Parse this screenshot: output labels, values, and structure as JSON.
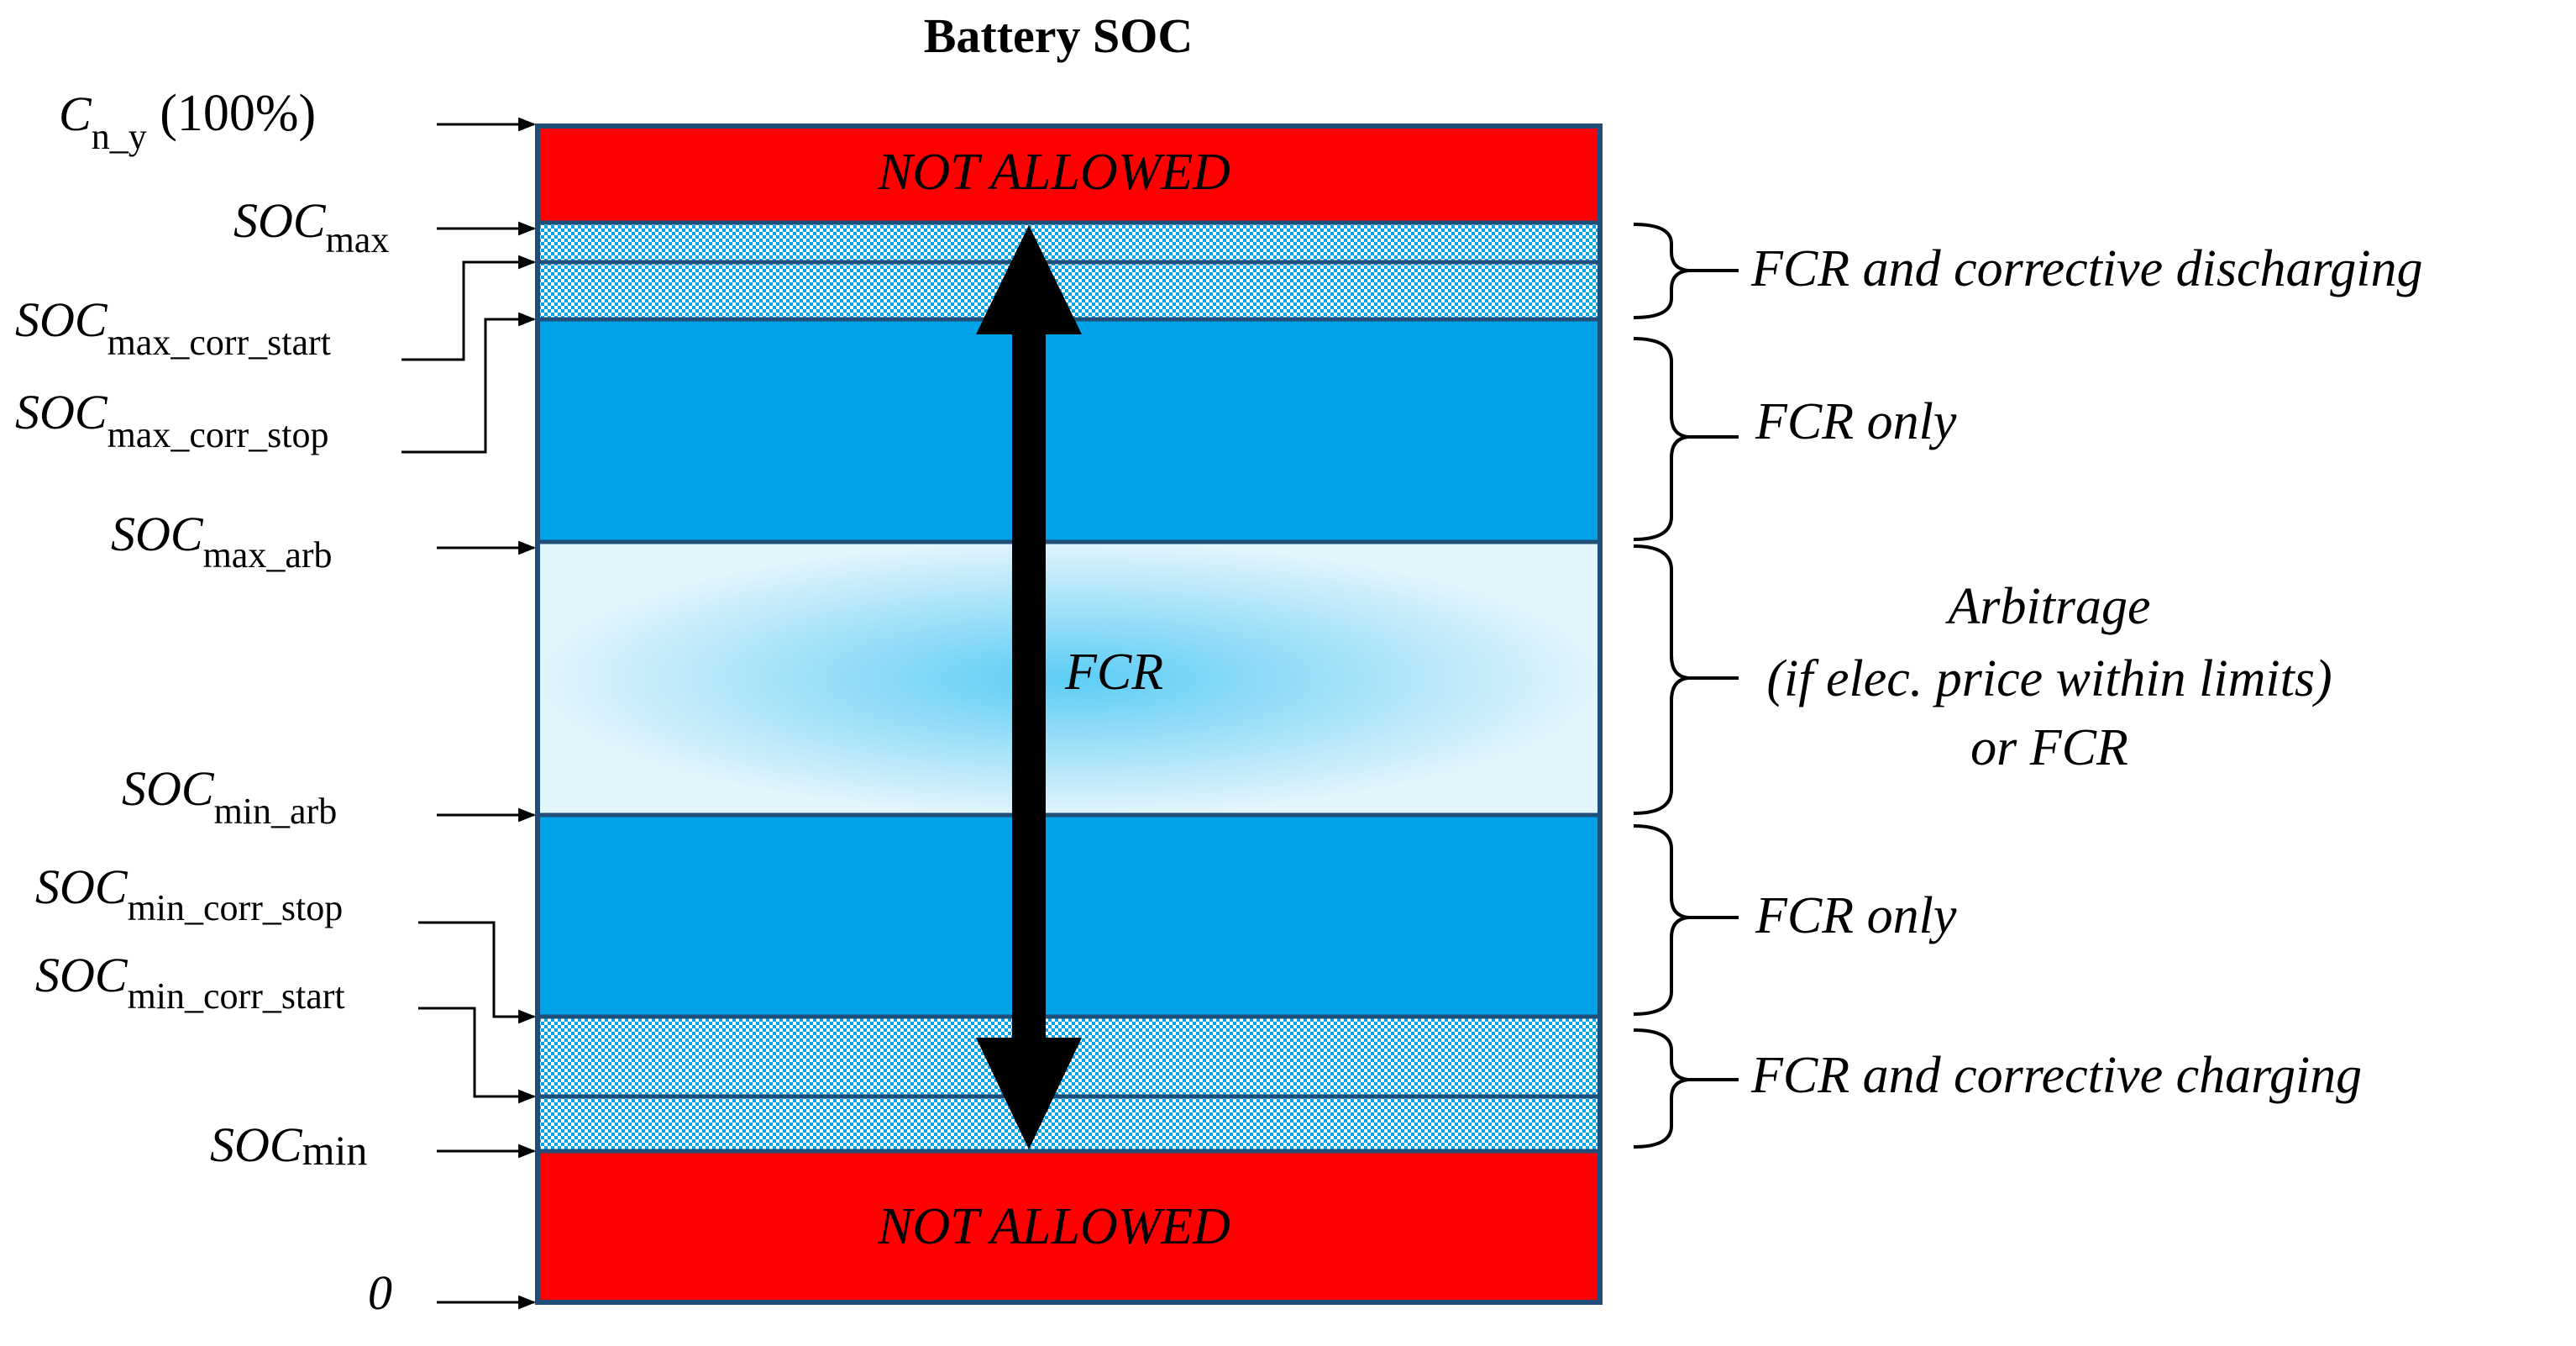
{
  "title": "Battery SOC",
  "colors": {
    "not_allowed": "#ff0000",
    "fcr_band": "#00a2e8",
    "arbitrage_center": "#5ccdf5",
    "arbitrage_edge": "#e2f4fc",
    "border": "#1f4e79",
    "arrow": "#000000"
  },
  "zones": {
    "top_not_allowed": "NOT ALLOWED",
    "bottom_not_allowed": "NOT ALLOWED",
    "center_arrow_label": "FCR"
  },
  "left_labels": {
    "cny_main": "C",
    "cny_sub": "n_y",
    "cny_suffix": " (100%)",
    "soc_main": "SOC",
    "max_sub": "max",
    "max_corr_start_sub": "max_corr_start",
    "max_corr_stop_sub": "max_corr_stop",
    "max_arb_sub": "max_arb",
    "min_arb_sub": "min_arb",
    "min_corr_stop_sub": "min_corr_stop",
    "min_corr_start_sub": "min_corr_start",
    "min_sub": "min",
    "zero": "0"
  },
  "right_labels": {
    "upper_corrective": "FCR and corrective discharging",
    "upper_fcr_only": "FCR only",
    "arbitrage_line1": "Arbitrage",
    "arbitrage_line2": "(if elec. price within limits)",
    "arbitrage_line3": "or FCR",
    "lower_fcr_only": "FCR only",
    "lower_corrective": "FCR and corrective charging"
  }
}
